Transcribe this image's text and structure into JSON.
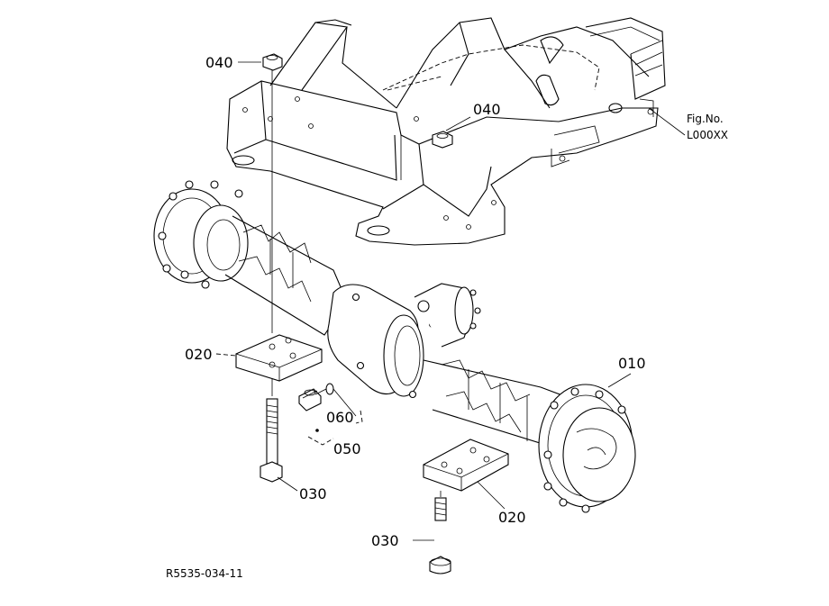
{
  "callouts": {
    "nut_top_left": "040",
    "nut_top_center": "040",
    "axle_assembly": "010",
    "pad_left": "020",
    "pad_right": "020",
    "bolt_left": "030",
    "bolt_bottom": "030",
    "oring": "060",
    "fitting_assembly": "050"
  },
  "fig_ref": {
    "line1": "Fig.No.",
    "line2": "L000XX"
  },
  "drawing_code": "R5535-034-11"
}
